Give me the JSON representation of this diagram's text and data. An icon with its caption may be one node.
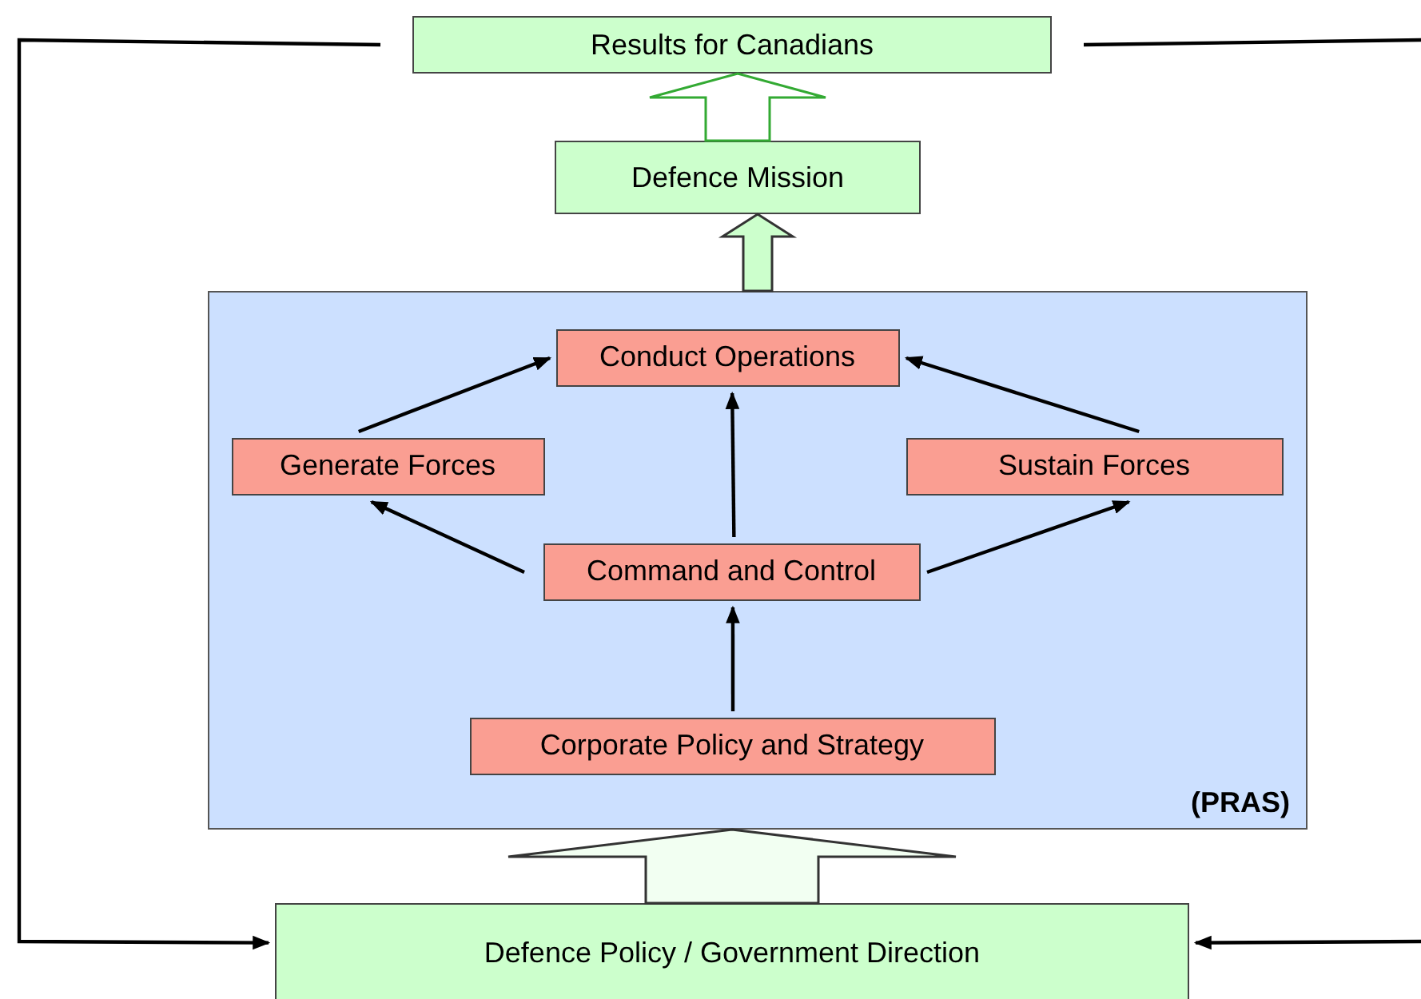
{
  "diagram": {
    "nodes": [
      {
        "text": [
          "Results for Canadians"
        ]
      },
      {
        "text": [
          "Defence Mission"
        ]
      },
      {
        "text": [
          "(PRAS)"
        ]
      },
      {
        "text": [
          "Conduct Operations"
        ],
        "in": 2
      },
      {
        "text": [
          "Generate Forces"
        ],
        "in": 2
      },
      {
        "text": [
          "Sustain Forces"
        ],
        "in": 2
      },
      {
        "text": [
          "Command and Control"
        ],
        "in": 2
      },
      {
        "text": [
          "Corporate Policy and Strategy"
        ],
        "in": 2
      },
      {
        "text": [
          "Defence Policy / Government Direction"
        ]
      }
    ],
    "edges": [
      {
        "from": 1,
        "to": 0,
        "arrow": "to",
        "style": "thick"
      },
      {
        "from": 2,
        "to": 1,
        "arrow": "to",
        "style": "thick"
      },
      {
        "from": 8,
        "to": 2,
        "arrow": "to",
        "style": "thick"
      },
      {
        "from": 4,
        "to": 3,
        "arrow": "to"
      },
      {
        "from": 5,
        "to": 3,
        "arrow": "to"
      },
      {
        "from": 6,
        "to": 3,
        "arrow": "to"
      },
      {
        "from": 6,
        "to": 4,
        "arrow": "to"
      },
      {
        "from": 6,
        "to": 5,
        "arrow": "to"
      },
      {
        "from": 7,
        "to": 6,
        "arrow": "to"
      },
      {
        "from": 0,
        "to": 8,
        "arrow": "to"
      },
      {
        "from": 0,
        "to": null,
        "arrow": "none"
      },
      {
        "from": null,
        "to": 8,
        "arrow": "to"
      }
    ]
  }
}
